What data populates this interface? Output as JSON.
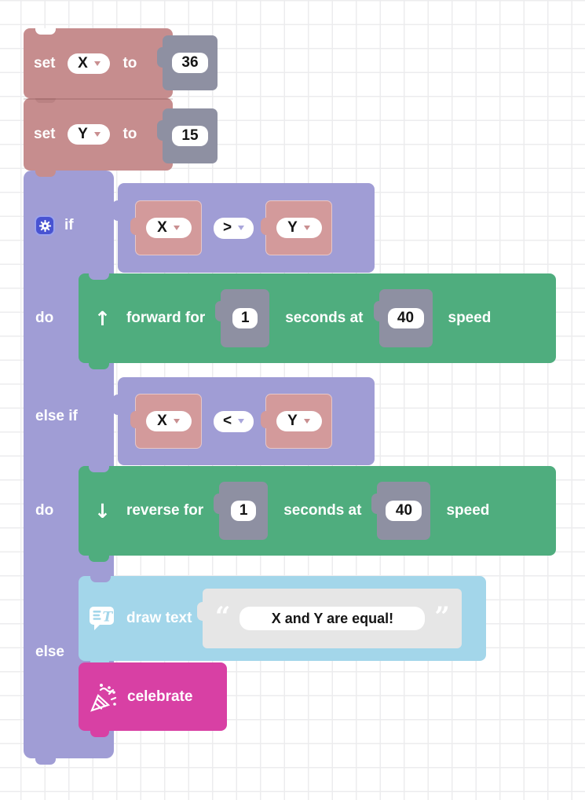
{
  "workspace": {
    "name": "block coding workspace",
    "background": "#ffffff",
    "grid_line_color": "#ececee"
  },
  "colors": {
    "variables_block": "#C68D8E",
    "variables_inner_block": "#D39A9B",
    "logic_block": "#A09DD5",
    "number_block": "#8E90A2",
    "motion_block": "#4FAD7E",
    "text_block": "#A3D6EA",
    "text_string_block": "#E6E6E6",
    "celebration_block": "#D840A4",
    "mutator_icon_bg": "#4853D2"
  },
  "blocks": {
    "set_x": {
      "keyword": "set",
      "variable": "X",
      "to": "to",
      "value": "36"
    },
    "set_y": {
      "keyword": "set",
      "variable": "Y",
      "to": "to",
      "value": "15"
    },
    "if_block": {
      "if_label": "if",
      "do1_label": "do",
      "else_if_label": "else if",
      "do2_label": "do",
      "else_label": "else"
    },
    "cond1": {
      "left": "X",
      "op": ">",
      "right": "Y"
    },
    "cond2": {
      "left": "X",
      "op": "<",
      "right": "Y"
    },
    "forward": {
      "arrow": "↑",
      "verb": "forward for",
      "duration": "1",
      "mid": "seconds at",
      "speed": "40",
      "tail": "speed"
    },
    "reverse": {
      "arrow": "↓",
      "verb": "reverse for",
      "duration": "1",
      "mid": "seconds at",
      "speed": "40",
      "tail": "speed"
    },
    "draw_text": {
      "label": "draw text",
      "open_quote": "“",
      "text": "X and Y are equal!",
      "close_quote": "”"
    },
    "celebrate": {
      "label": "celebrate"
    }
  }
}
